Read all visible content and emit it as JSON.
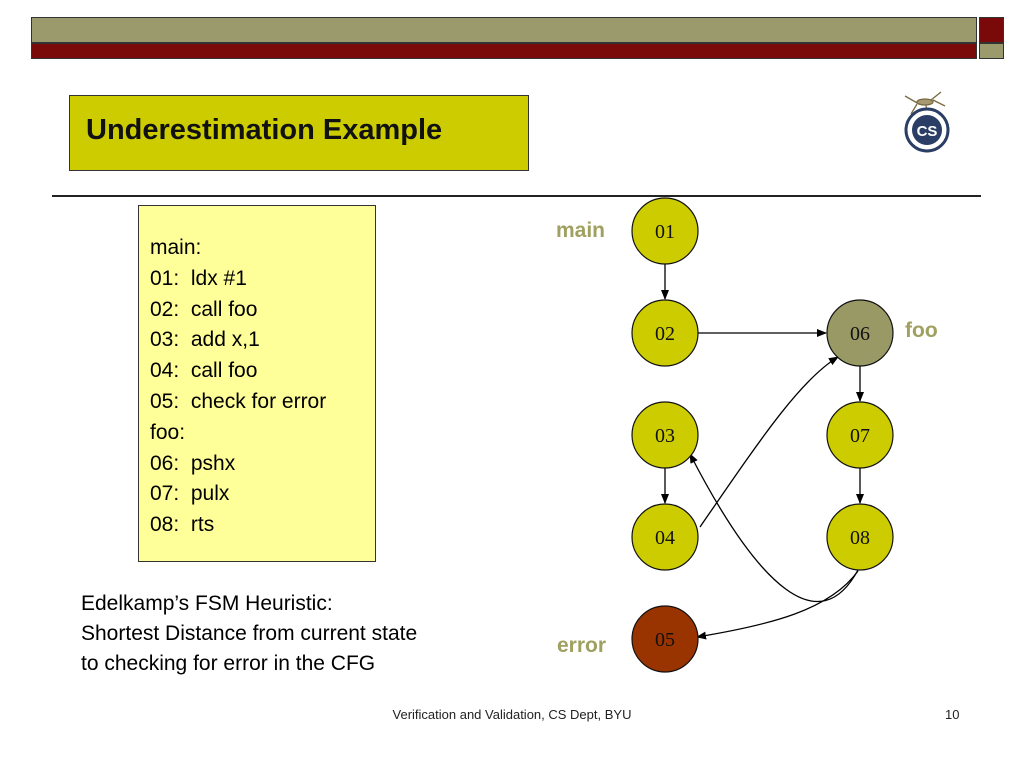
{
  "header": {
    "colors": {
      "olive": "#9b9a6c",
      "maroon": "#7a0a0a"
    }
  },
  "slide": {
    "title": "Underestimation Example",
    "title_bg": "#cccc00"
  },
  "logo": {
    "text": "CS",
    "icon": "cs-department-seal"
  },
  "code": {
    "bg": "#ffff99",
    "lines": [
      "main:",
      "01:  ldx #1",
      "02:  call foo",
      "03:  add x,1",
      "04:  call foo",
      "05:  check for error",
      "foo:",
      "06:  pshx",
      "07:  pulx",
      "08:  rts"
    ]
  },
  "heuristic": {
    "lines": [
      "Edelkamp’s FSM Heuristic:",
      "Shortest Distance from current state",
      "to checking for error in the CFG"
    ]
  },
  "graph": {
    "label_main": "main",
    "label_foo": "foo",
    "label_error": "error",
    "label_color": "#a0a060",
    "nodes": [
      {
        "id": "01",
        "fill": "#cccc00"
      },
      {
        "id": "02",
        "fill": "#cccc00"
      },
      {
        "id": "03",
        "fill": "#cccc00"
      },
      {
        "id": "04",
        "fill": "#cccc00"
      },
      {
        "id": "05",
        "fill": "#993300"
      },
      {
        "id": "06",
        "fill": "#999966"
      },
      {
        "id": "07",
        "fill": "#cccc00"
      },
      {
        "id": "08",
        "fill": "#cccc00"
      }
    ],
    "edges": [
      {
        "from": "01",
        "to": "02"
      },
      {
        "from": "02",
        "to": "06"
      },
      {
        "from": "06",
        "to": "07"
      },
      {
        "from": "07",
        "to": "08"
      },
      {
        "from": "03",
        "to": "04"
      },
      {
        "from": "04",
        "to": "06"
      },
      {
        "from": "08",
        "to": "03"
      },
      {
        "from": "08",
        "to": "05"
      }
    ]
  },
  "footer": {
    "text": "Verification and Validation, CS Dept, BYU",
    "page": "10"
  }
}
